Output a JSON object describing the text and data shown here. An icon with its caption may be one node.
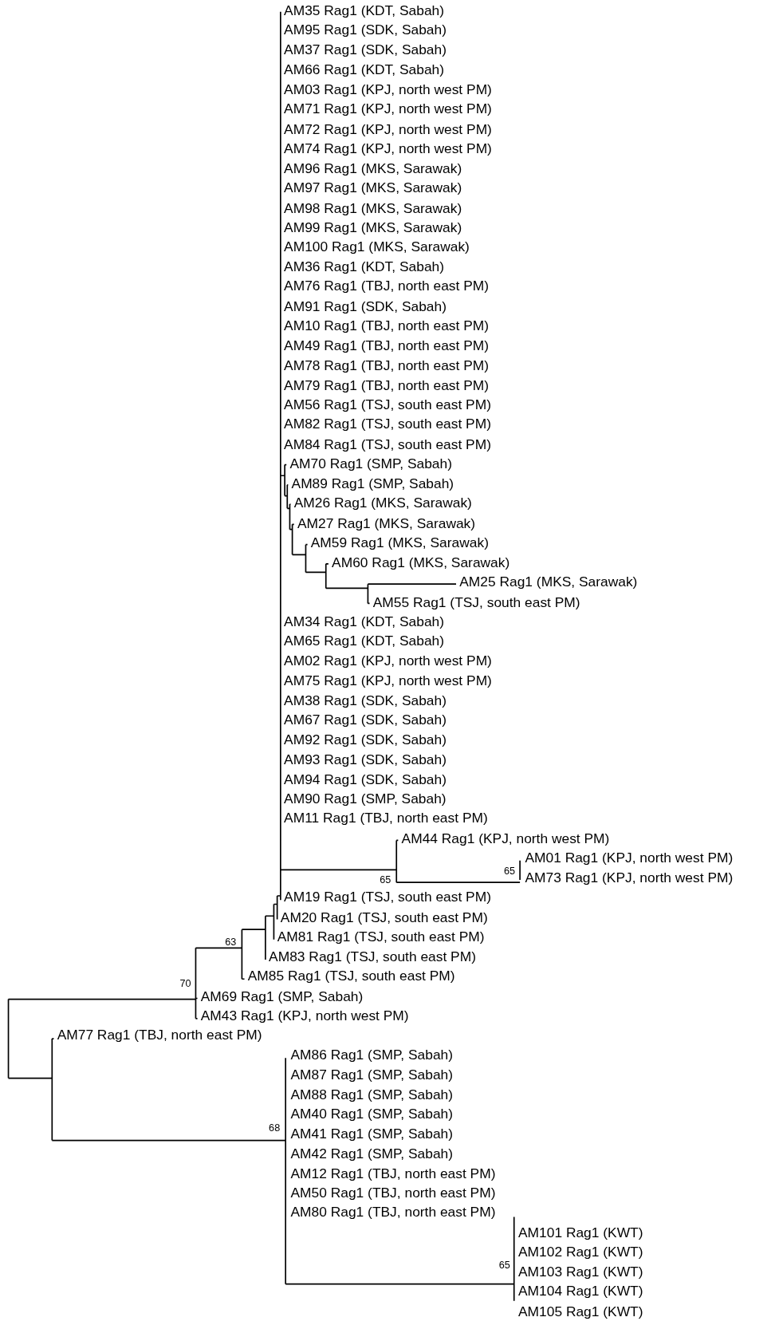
{
  "diagram": {
    "labels": [
      "AM35 Rag1 (KDT, Sabah)",
      "AM95 Rag1 (SDK, Sabah)",
      "AM37 Rag1 (SDK, Sabah)",
      "AM66 Rag1 (KDT, Sabah)",
      "AM03 Rag1 (KPJ, north west PM)",
      "AM71 Rag1 (KPJ, north west PM)",
      "AM72 Rag1 (KPJ, north west PM)",
      "AM74 Rag1 (KPJ, north west PM)",
      "AM96 Rag1 (MKS, Sarawak)",
      "AM97 Rag1 (MKS, Sarawak)",
      "AM98 Rag1 (MKS, Sarawak)",
      "AM99 Rag1 (MKS, Sarawak)",
      "AM100 Rag1 (MKS, Sarawak)",
      "AM36 Rag1 (KDT, Sabah)",
      "AM76 Rag1 (TBJ, north east PM)",
      "AM91 Rag1 (SDK, Sabah)",
      "AM10 Rag1 (TBJ, north east PM)",
      "AM49 Rag1 (TBJ, north east PM)",
      "AM78 Rag1 (TBJ, north east PM)",
      "AM79 Rag1 (TBJ, north east PM)",
      "AM56 Rag1 (TSJ, south east PM)",
      "AM82 Rag1 (TSJ, south east PM)",
      "AM84 Rag1 (TSJ, south east PM)",
      "AM70 Rag1 (SMP, Sabah)",
      "AM89 Rag1 (SMP, Sabah)",
      "AM26 Rag1 (MKS, Sarawak)",
      "AM27 Rag1 (MKS, Sarawak)",
      "AM59 Rag1 (MKS, Sarawak)",
      "AM60 Rag1 (MKS, Sarawak)",
      "AM25 Rag1 (MKS, Sarawak)",
      "AM55 Rag1 (TSJ, south east PM)",
      "AM34 Rag1 (KDT, Sabah)",
      "AM65 Rag1 (KDT, Sabah)",
      "AM02 Rag1 (KPJ, north west PM)",
      "AM75 Rag1 (KPJ, north west PM)",
      "AM38 Rag1 (SDK, Sabah)",
      "AM67 Rag1 (SDK, Sabah)",
      "AM92 Rag1 (SDK, Sabah)",
      "AM93 Rag1 (SDK, Sabah)",
      "AM94 Rag1 (SDK, Sabah)",
      "AM90 Rag1 (SMP, Sabah)",
      "AM11 Rag1 (TBJ, north east PM)",
      "AM44 Rag1 (KPJ, north west PM)",
      "65",
      "AM01 Rag1 (KPJ, north west PM)",
      "65",
      "AM73 Rag1 (KPJ, north west PM)",
      "AM19 Rag1 (TSJ, south east PM)",
      "AM20 Rag1 (TSJ, south east PM)",
      "AM81 Rag1 (TSJ, south east PM)",
      "63",
      "AM83 Rag1 (TSJ, south east PM)",
      "AM85 Rag1 (TSJ, south east PM)",
      "70",
      "AM69 Rag1 (SMP, Sabah)",
      "AM43 Rag1 (KPJ, north west PM)",
      "AM77 Rag1 (TBJ, north east PM)",
      "AM86 Rag1 (SMP, Sabah)",
      "AM87 Rag1 (SMP, Sabah)",
      "AM88 Rag1 (SMP, Sabah)",
      "AM40 Rag1 (SMP, Sabah)",
      "AM41 Rag1 (SMP, Sabah)",
      "68",
      "AM42 Rag1 (SMP, Sabah)",
      "AM12 Rag1 (TBJ, north east PM)",
      "AM50 Rag1 (TBJ, north east PM)",
      "AM80 Rag1 (TBJ, north east PM)",
      "AM101 Rag1 (KWT)",
      "AM102 Rag1 (KWT)",
      "AM103 Rag1 (KWT)",
      "65",
      "AM104 Rag1 (KWT)",
      "AM105 Rag1 (KWT)"
    ]
  }
}
